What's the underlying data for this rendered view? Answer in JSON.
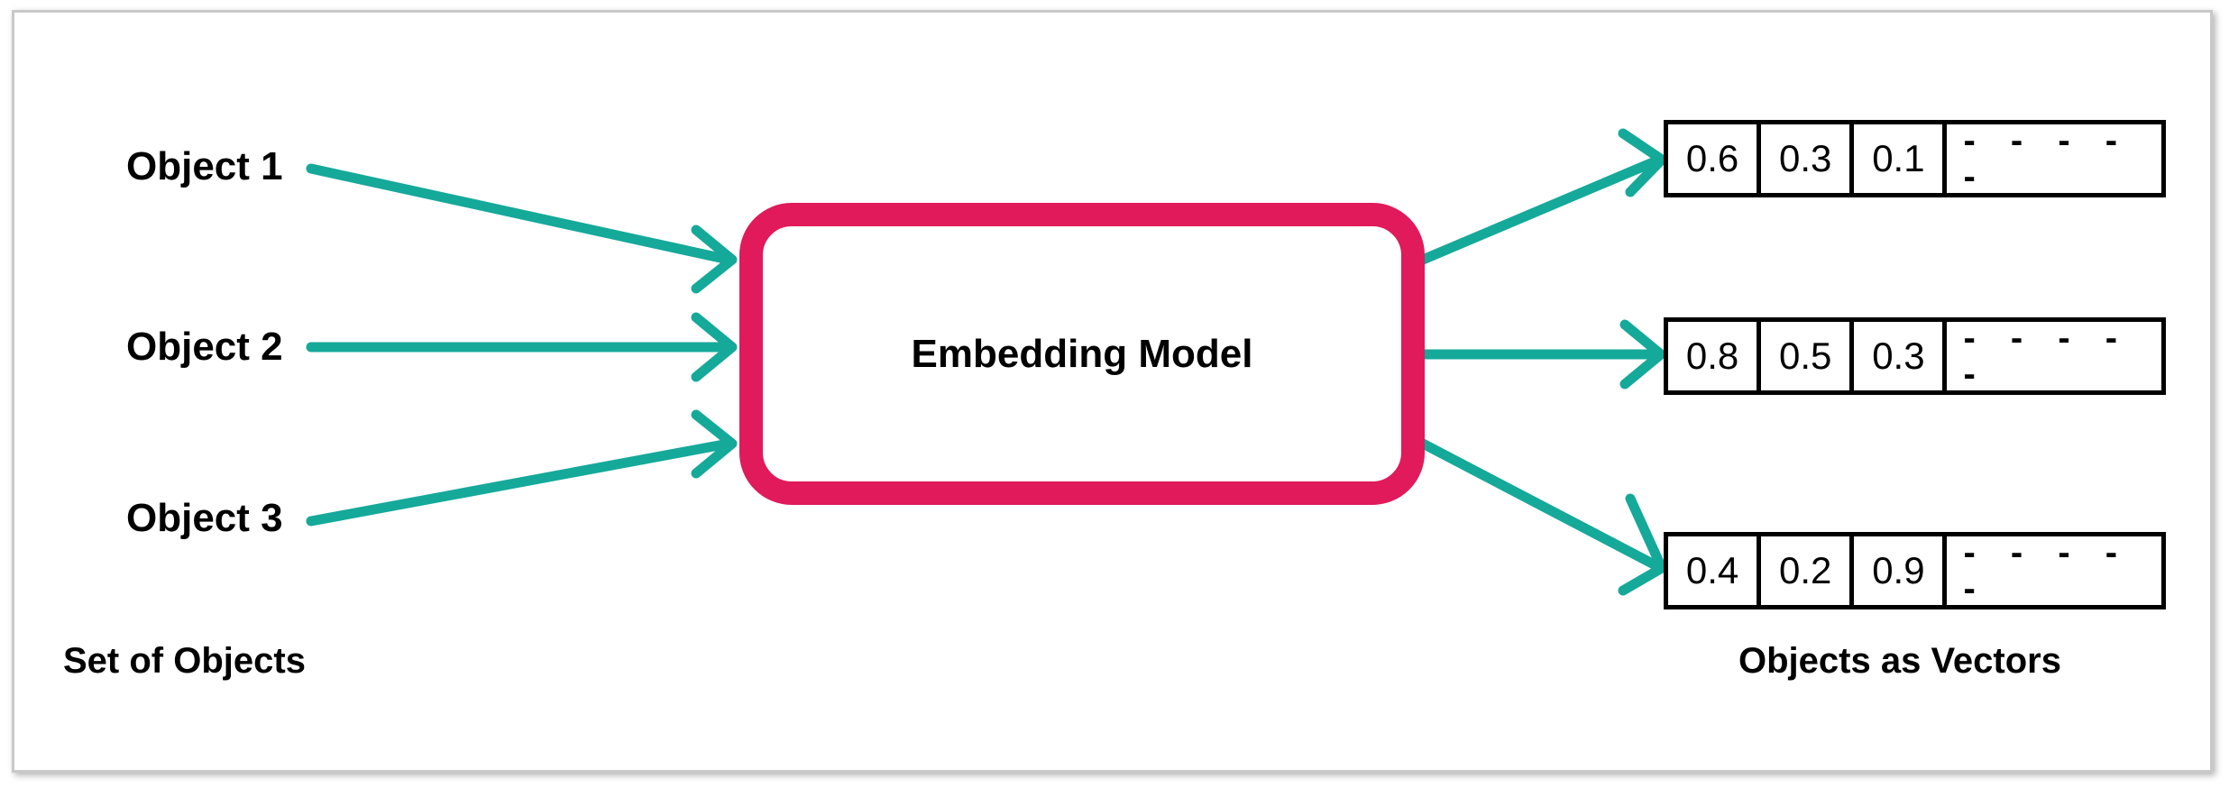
{
  "diagram": {
    "title_text": "Embedding Model",
    "objects": [
      {
        "label": "Object 1"
      },
      {
        "label": "Object 2"
      },
      {
        "label": "Object 3"
      }
    ],
    "vectors": [
      {
        "values": [
          "0.6",
          "0.3",
          "0.1"
        ],
        "continuation": "- - - - -"
      },
      {
        "values": [
          "0.8",
          "0.5",
          "0.3"
        ],
        "continuation": "- - - - -"
      },
      {
        "values": [
          "0.4",
          "0.2",
          "0.9"
        ],
        "continuation": "- - - - -"
      }
    ],
    "captions": {
      "left": "Set of Objects",
      "right": "Objects as Vectors"
    },
    "colors": {
      "arrow": "#15a99a",
      "model_border": "#e01a5b",
      "cell_border": "#000000",
      "text": "#000000",
      "frame_border": "#c9c9c9",
      "background": "#ffffff"
    }
  }
}
